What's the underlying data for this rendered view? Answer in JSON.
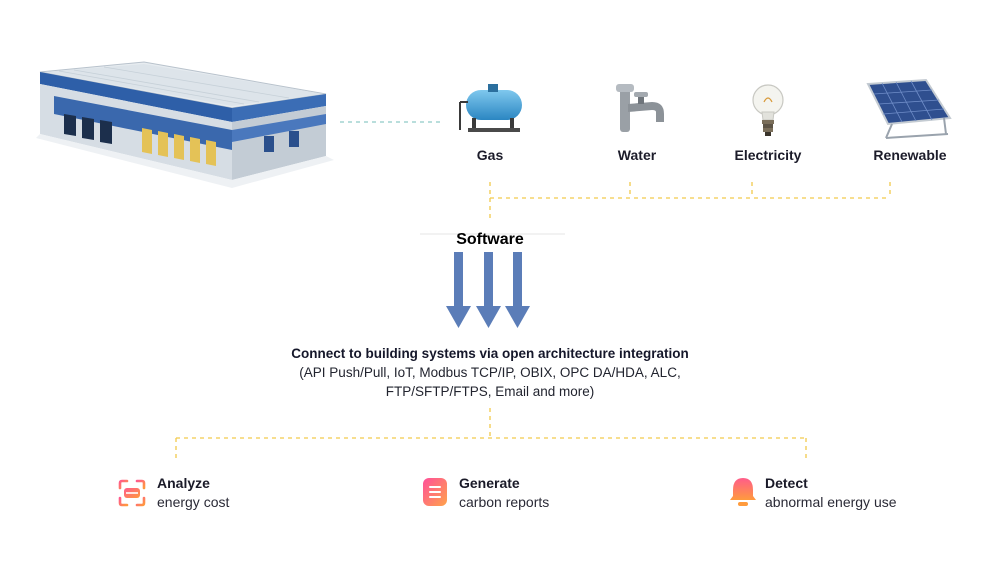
{
  "sources": [
    {
      "label": "Gas",
      "icon": "gas-tank-icon"
    },
    {
      "label": "Water",
      "icon": "water-tap-icon"
    },
    {
      "label": "Electricity",
      "icon": "light-bulb-icon"
    },
    {
      "label": "Renewable",
      "icon": "solar-panel-icon"
    }
  ],
  "software_label": "Software",
  "integration": {
    "headline": "Connect to building systems via open architecture integration",
    "line1": "(API Push/Pull, IoT, Modbus TCP/IP, OBIX, OPC DA/HDA, ALC,",
    "line2": "FTP/SFTP/FTPS, Email and more)"
  },
  "features": [
    {
      "title": "Analyze",
      "desc": "energy cost",
      "icon": "analyze-scan-icon"
    },
    {
      "title": "Generate",
      "desc": "carbon reports",
      "icon": "report-document-icon"
    },
    {
      "title": "Detect",
      "desc": "abnormal energy use",
      "icon": "alert-bell-icon"
    }
  ],
  "colors": {
    "connector_dashed": "#f2c94c",
    "building_connector": "#8fc9c6",
    "arrow": "#5b7db8",
    "building_blue": "#2e5fa8",
    "icon_gradient_start": "#ff5a8c",
    "icon_gradient_end": "#ff9a3c"
  }
}
